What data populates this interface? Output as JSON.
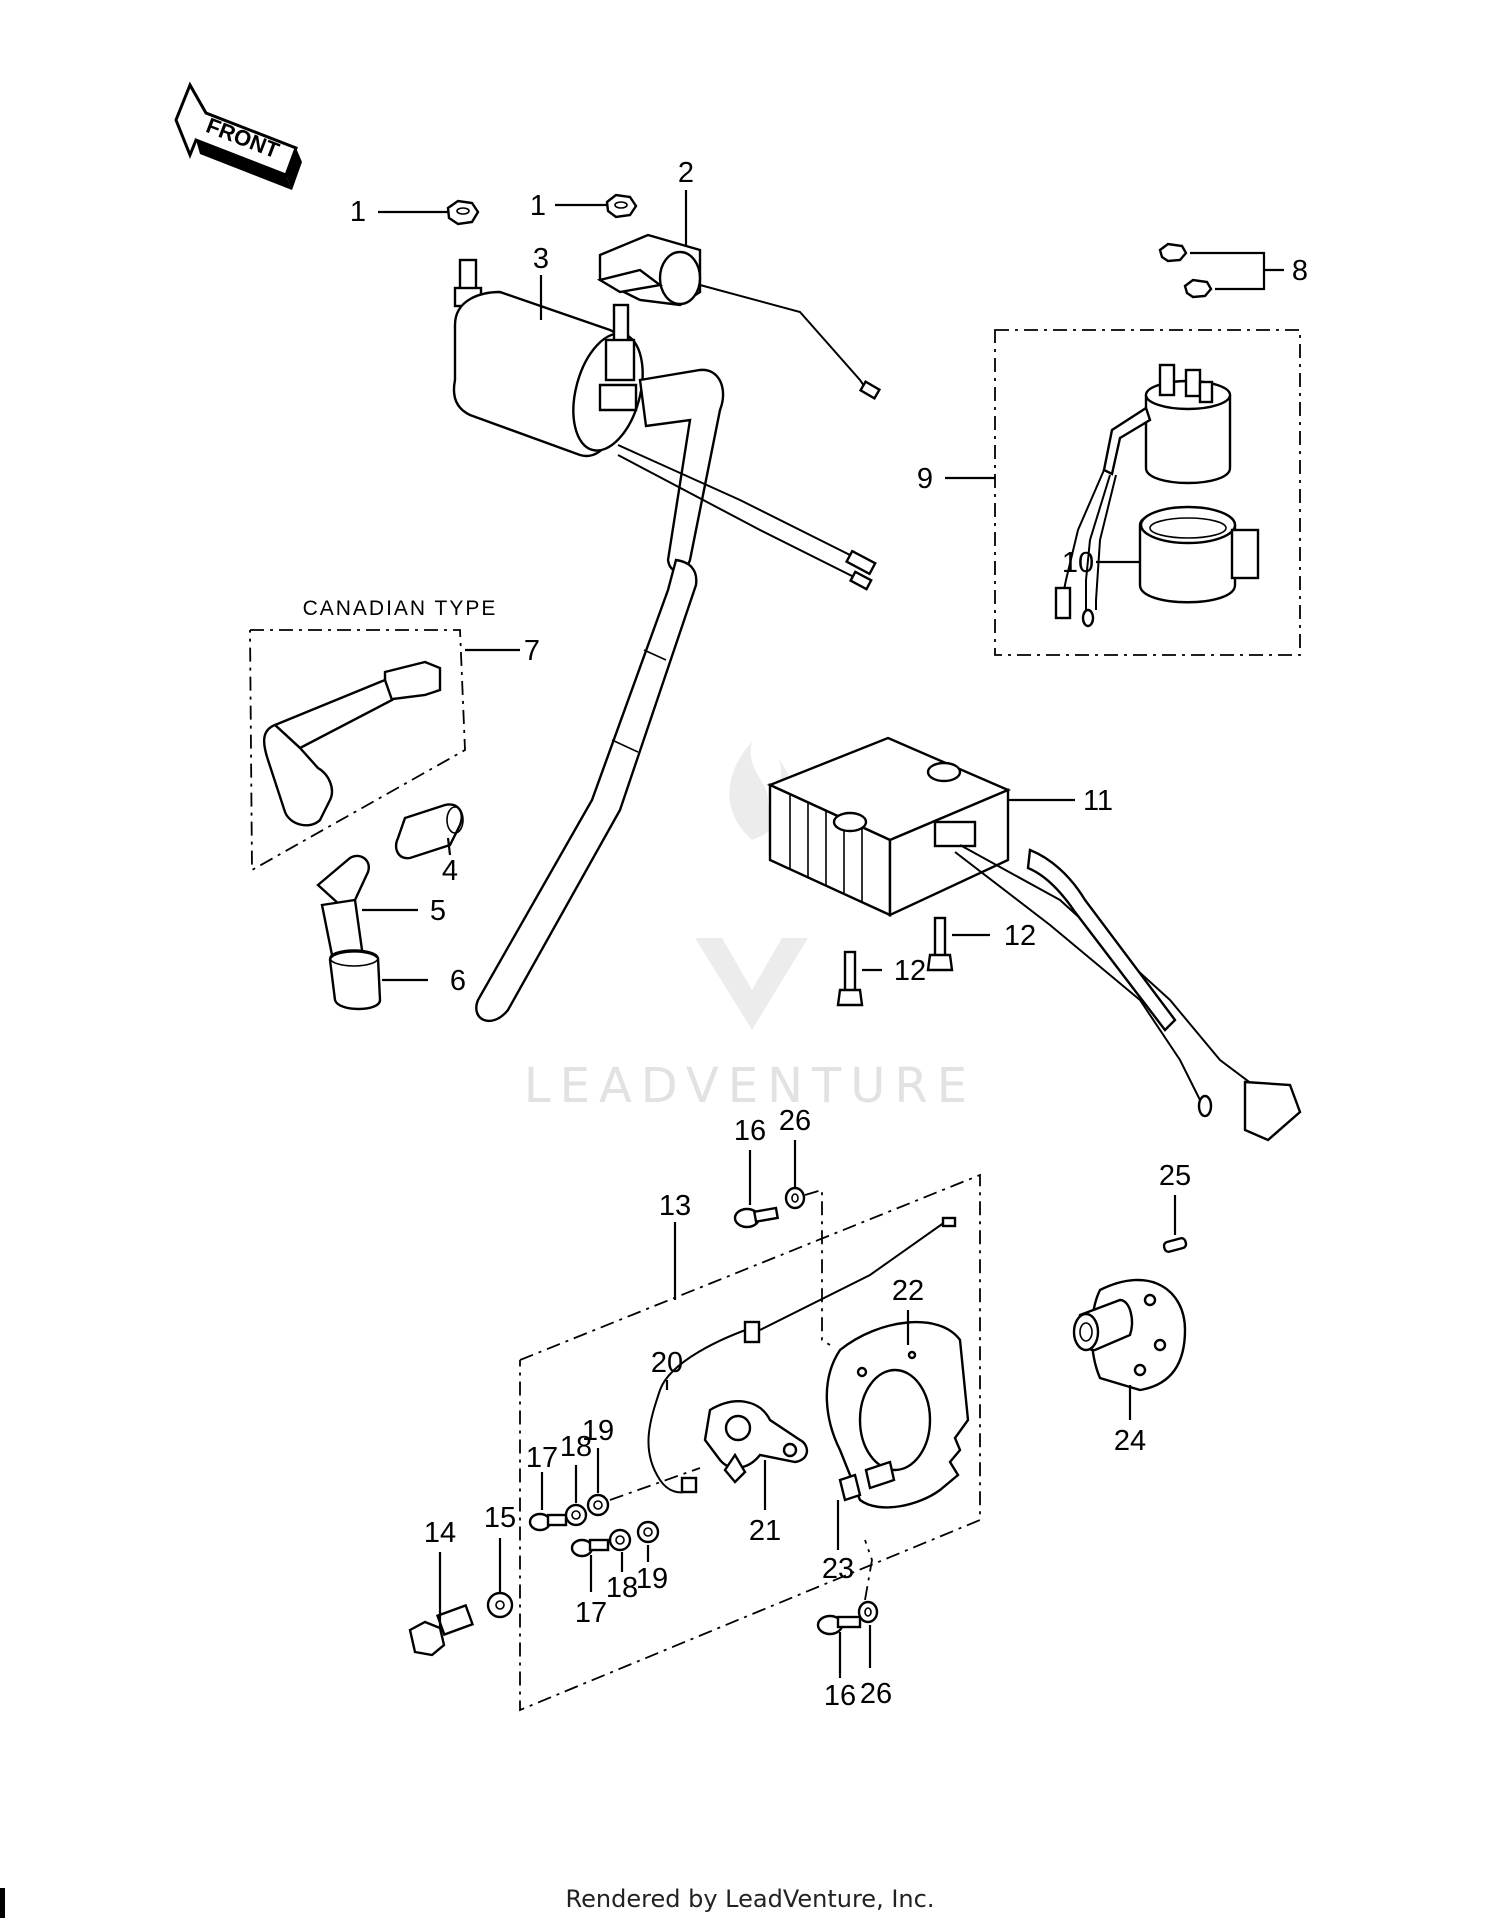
{
  "front_arrow": {
    "label": "FRONT"
  },
  "canadian_box": {
    "title": "CANADIAN TYPE"
  },
  "callouts": {
    "c1a": "1",
    "c1b": "1",
    "c2": "2",
    "c3": "3",
    "c4": "4",
    "c5": "5",
    "c6": "6",
    "c7": "7",
    "c8": "8",
    "c9": "9",
    "c10": "10",
    "c11": "11",
    "c12a": "12",
    "c12b": "12",
    "c13": "13",
    "c14": "14",
    "c15": "15",
    "c16a": "16",
    "c16b": "16",
    "c17a": "17",
    "c17b": "17",
    "c18a": "18",
    "c18b": "18",
    "c19a": "19",
    "c19b": "19",
    "c20": "20",
    "c21": "21",
    "c22": "22",
    "c23": "23",
    "c24": "24",
    "c25": "25",
    "c26a": "26",
    "c26b": "26"
  },
  "watermark": {
    "text": "LEADVENTURE"
  },
  "footer": {
    "text": "Rendered by LeadVenture, Inc."
  }
}
